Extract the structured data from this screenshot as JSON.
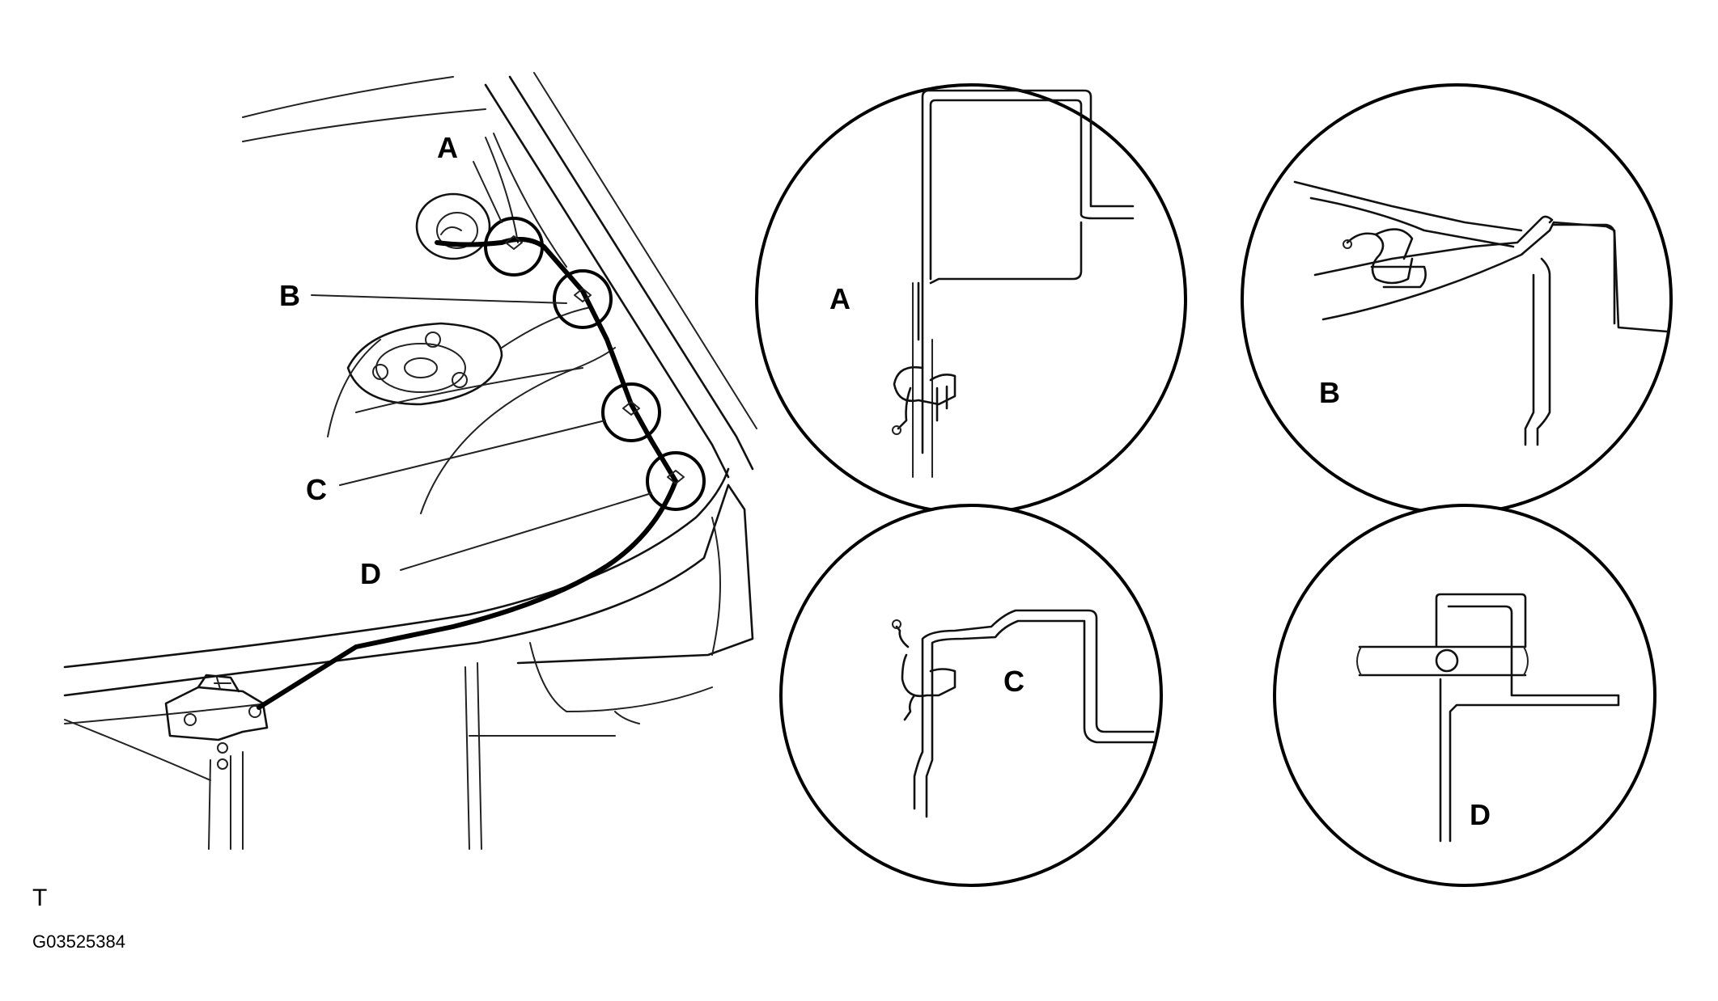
{
  "callouts": {
    "a": "A",
    "b": "B",
    "c": "C",
    "d": "D"
  },
  "details": {
    "a": "A",
    "b": "B",
    "c": "C",
    "d": "D"
  },
  "footer": {
    "orientation": "T",
    "figure_id": "G03525384"
  }
}
